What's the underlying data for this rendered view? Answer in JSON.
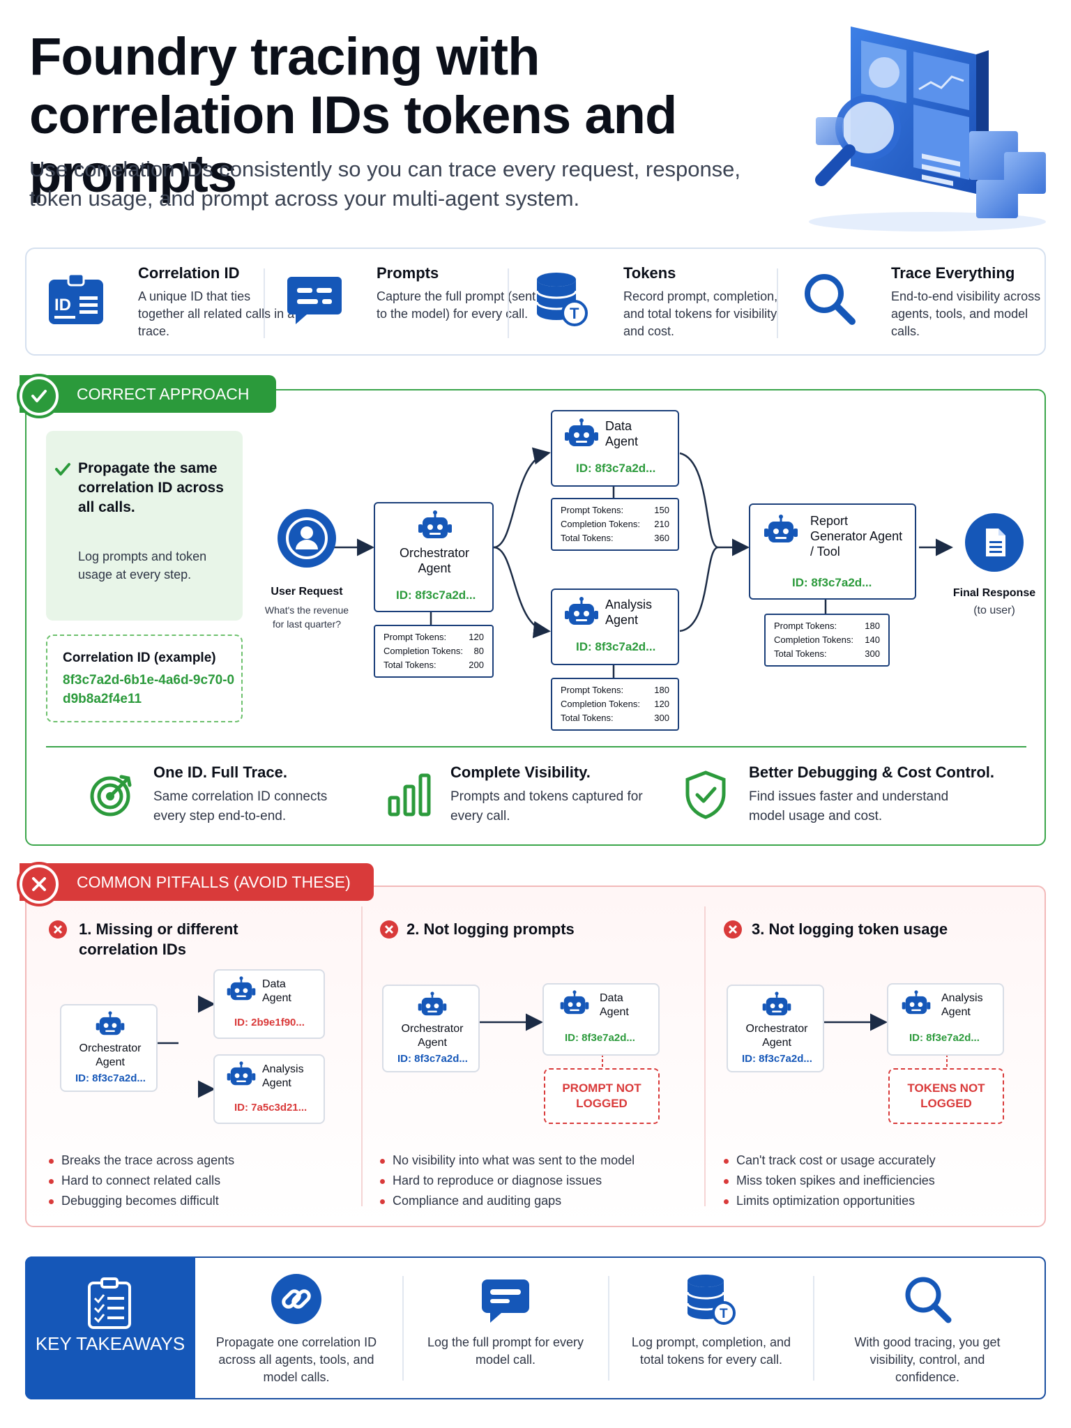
{
  "header": {
    "title": "Foundry tracing with correlation IDs tokens and prompts",
    "subtitle": "Use correlation IDs consistently so you can trace every request, response, token usage, and prompt across your multi-agent system."
  },
  "features": [
    {
      "icon": "id-card-icon",
      "title": "Correlation ID",
      "desc": "A unique ID that ties together all related calls in a trace."
    },
    {
      "icon": "chat-icon",
      "title": "Prompts",
      "desc": "Capture the full prompt (sent to the model) for every call."
    },
    {
      "icon": "database-token-icon",
      "title": "Tokens",
      "desc": "Record prompt, completion, and total tokens for visibility and cost."
    },
    {
      "icon": "search-icon",
      "title": "Trace Everything",
      "desc": "End-to-end visibility across agents, tools, and model calls."
    }
  ],
  "correct": {
    "banner": "CORRECT APPROACH",
    "propagate_title": "Propagate the same correlation ID across all calls.",
    "propagate_text": "Log prompts and token usage at every step.",
    "example_label": "Correlation ID (example)",
    "example_value": "8f3c7a2d-6b1e-4a6d-9c70-0d9b8a2f4e11",
    "user": {
      "title": "User Request",
      "sub": "What's the revenue for last quarter?"
    },
    "orchestrator": {
      "name": "Orchestrator Agent",
      "id": "ID: 8f3c7a2d...",
      "tokens": {
        "prompt_label": "Prompt Tokens:",
        "prompt": "120",
        "completion_label": "Completion Tokens:",
        "completion": "80",
        "total_label": "Total Tokens:",
        "total": "200"
      }
    },
    "data_agent": {
      "name": "Data Agent",
      "id": "ID: 8f3c7a2d...",
      "tokens": {
        "prompt_label": "Prompt Tokens:",
        "prompt": "150",
        "completion_label": "Completion Tokens:",
        "completion": "210",
        "total_label": "Total Tokens:",
        "total": "360"
      }
    },
    "analysis_agent": {
      "name": "Analysis Agent",
      "id": "ID: 8f3c7a2d...",
      "tokens": {
        "prompt_label": "Prompt Tokens:",
        "prompt": "180",
        "completion_label": "Completion Tokens:",
        "completion": "120",
        "total_label": "Total Tokens:",
        "total": "300"
      }
    },
    "report_agent": {
      "name": "Report Generator Agent / Tool",
      "id": "ID: 8f3c7a2d...",
      "tokens": {
        "prompt_label": "Prompt Tokens:",
        "prompt": "180",
        "completion_label": "Completion Tokens:",
        "completion": "140",
        "total_label": "Total Tokens:",
        "total": "300"
      }
    },
    "final": {
      "title": "Final Response",
      "sub": "(to user)"
    },
    "benefits": [
      {
        "icon": "target-icon",
        "title": "One ID. Full Trace.",
        "desc": "Same correlation ID connects every step end-to-end."
      },
      {
        "icon": "bar-chart-icon",
        "title": "Complete Visibility.",
        "desc": "Prompts and tokens captured for every call."
      },
      {
        "icon": "shield-check-icon",
        "title": "Better Debugging & Cost Control.",
        "desc": "Find issues faster and understand model usage and cost."
      }
    ]
  },
  "pitfalls": {
    "banner": "COMMON PITFALLS (AVOID THESE)",
    "items": [
      {
        "title": "1. Missing or different correlation IDs",
        "orch_name": "Orchestrator Agent",
        "orch_id": "ID: 8f3c7a2d...",
        "a_name": "Data Agent",
        "a_id": "ID: 2b9e1f90...",
        "b_name": "Analysis Agent",
        "b_id": "ID: 7a5c3d21...",
        "bullets": [
          "Breaks the trace across agents",
          "Hard to connect related calls",
          "Debugging becomes difficult"
        ]
      },
      {
        "title": "2. Not logging prompts",
        "orch_name": "Orchestrator Agent",
        "orch_id": "ID: 8f3c7a2d...",
        "a_name": "Data Agent",
        "a_id": "ID: 8f3e7a2d...",
        "warn": "PROMPT NOT LOGGED",
        "bullets": [
          "No visibility into what was sent to the model",
          "Hard to reproduce or diagnose issues",
          "Compliance and auditing gaps"
        ]
      },
      {
        "title": "3. Not logging token usage",
        "orch_name": "Orchestrator Agent",
        "orch_id": "ID: 8f3c7a2d...",
        "a_name": "Analysis Agent",
        "a_id": "ID: 8f3e7a2d...",
        "warn": "TOKENS NOT LOGGED",
        "bullets": [
          "Can't track cost or usage accurately",
          "Miss token spikes and inefficiencies",
          "Limits optimization opportunities"
        ]
      }
    ]
  },
  "takeaways": {
    "label": "KEY TAKEAWAYS",
    "items": [
      {
        "icon": "link-icon",
        "text": "Propagate one correlation ID across all agents, tools, and model calls."
      },
      {
        "icon": "chat-icon",
        "text": "Log the full prompt for every model call."
      },
      {
        "icon": "database-token-icon",
        "text": "Log prompt, completion, and total tokens for every call."
      },
      {
        "icon": "search-icon",
        "text": "With good tracing, you get visibility, control, and confidence."
      }
    ]
  },
  "colors": {
    "primary": "#1557b8",
    "success": "#2b9a3b",
    "danger": "#d93a3a"
  }
}
